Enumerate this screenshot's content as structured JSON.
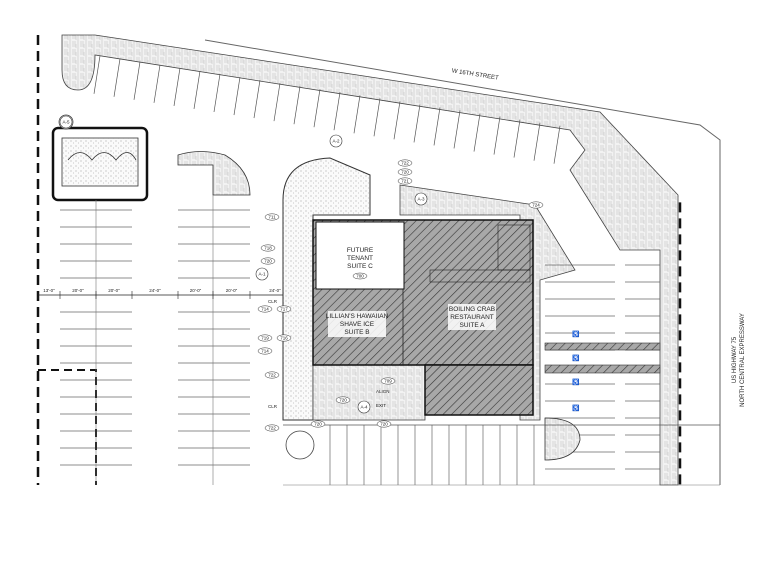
{
  "streets": {
    "north": "W 16TH STREET",
    "east_line1": "US HIGHWAY 75",
    "east_line2": "NORTH CENTRAL EXPRESSWAY"
  },
  "suites": {
    "c": {
      "line1": "FUTURE",
      "line2": "TENANT",
      "line3": "SUITE C",
      "tag": "700"
    },
    "b": {
      "line1": "LILLIAN'S HAWAIIAN",
      "line2": "SHAVE ICE",
      "line3": "SUITE B"
    },
    "a": {
      "line1": "BOILING CRAB",
      "line2": "RESTAURANT",
      "line3": "SUITE A"
    }
  },
  "dimensions": [
    "13'-0\"",
    "20'-0\"",
    "20'-0\"",
    "24'-0\"",
    "20'-0\"",
    "20'-0\"",
    "24'-0\""
  ],
  "clear_labels": [
    "CLR",
    "CLR"
  ],
  "exit_labels": {
    "align": "ALIGN",
    "exit": "EXIT"
  },
  "keynotes": [
    "711",
    "718",
    "720",
    "714",
    "717",
    "719",
    "716",
    "714",
    "722",
    "722",
    "720",
    "720",
    "724",
    "722",
    "720",
    "721",
    "709",
    "720"
  ],
  "detail_tags": [
    "A-1",
    "A-2",
    "A-3",
    "A-4",
    "A-5"
  ],
  "colors": {
    "line": "#1a1a1a",
    "hatch": "#555555",
    "paving": "#d8d8d8",
    "building": "#9a9a9a"
  }
}
